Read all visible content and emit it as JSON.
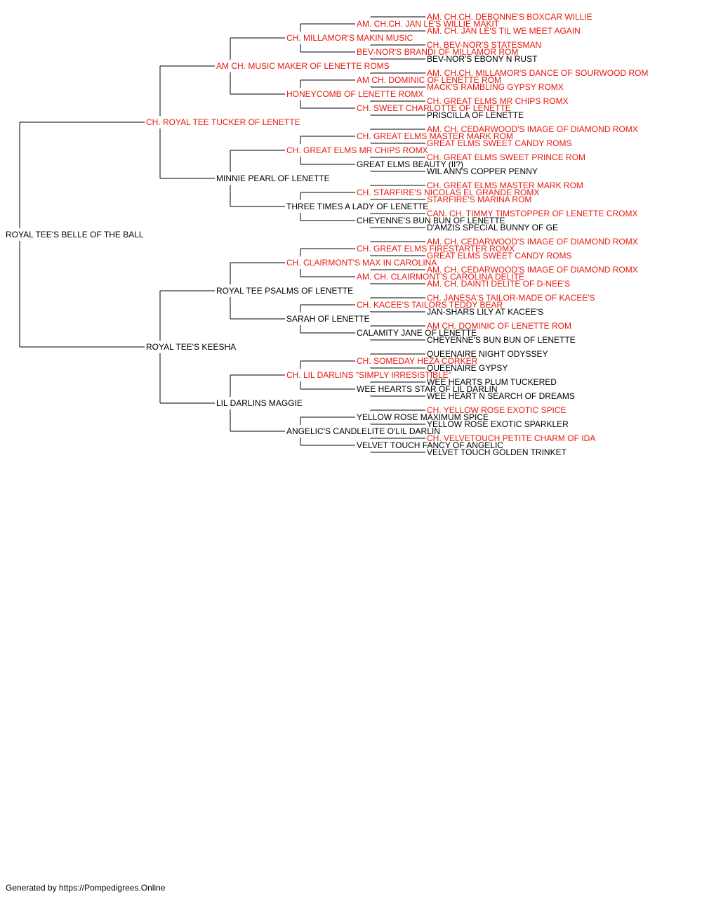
{
  "colors": {
    "champion": "#e8190f",
    "regular": "#000000",
    "line": "#000000"
  },
  "footer": "Generated by https://Pompedigrees.Online",
  "pedigree": {
    "name": "ROYAL TEE'S BELLE OF THE BALL",
    "champion": false,
    "sire": {
      "name": "CH. ROYAL TEE TUCKER OF LENETTE",
      "champion": true,
      "sire": {
        "name": "AM CH. MUSIC MAKER OF LENETTE ROMS",
        "champion": true,
        "sire": {
          "name": "CH. MILLAMOR'S MAKIN MUSIC",
          "champion": true,
          "sire": {
            "name": "AM. CH.CH. JAN LE'S WILLIE MAKIT",
            "champion": true,
            "sire": {
              "name": "AM. CH.CH. DEBONNE'S BOXCAR WILLIE",
              "champion": true
            },
            "dam": {
              "name": "AM. CH. JAN LE'S TIL WE MEET AGAIN",
              "champion": true
            }
          },
          "dam": {
            "name": "BEV-NOR'S BRANDI OF MILLAMOR ROM",
            "champion": true,
            "sire": {
              "name": "CH. BEV-NOR'S STATESMAN",
              "champion": true
            },
            "dam": {
              "name": "BEV-NOR'S EBONY N RUST",
              "champion": false
            }
          }
        },
        "dam": {
          "name": "HONEYCOMB OF LENETTE ROMX",
          "champion": true,
          "sire": {
            "name": "AM CH. DOMINIC OF LENETTE ROM",
            "champion": true,
            "sire": {
              "name": "AM. CH.CH. MILLAMOR'S DANCE OF SOURWOOD ROM",
              "champion": true
            },
            "dam": {
              "name": "MACK'S RAMBLING GYPSY ROMX",
              "champion": true
            }
          },
          "dam": {
            "name": "CH. SWEET CHARLOTTE OF LENETTE",
            "champion": true,
            "sire": {
              "name": "CH. GREAT ELMS MR CHIPS ROMX",
              "champion": true
            },
            "dam": {
              "name": "PRISCILLA OF LENETTE",
              "champion": false
            }
          }
        }
      },
      "dam": {
        "name": "MINNIE PEARL OF LENETTE",
        "champion": false,
        "sire": {
          "name": "CH. GREAT ELMS MR CHIPS ROMX",
          "champion": true,
          "sire": {
            "name": "CH. GREAT ELMS MASTER MARK ROM",
            "champion": true,
            "sire": {
              "name": "AM. CH. CEDARWOOD'S IMAGE OF DIAMOND ROMX",
              "champion": true
            },
            "dam": {
              "name": "GREAT ELMS SWEET CANDY ROMS",
              "champion": true
            }
          },
          "dam": {
            "name": "GREAT ELMS BEAUTY (II?)",
            "champion": false,
            "sire": {
              "name": "CH. GREAT ELMS SWEET PRINCE ROM",
              "champion": true
            },
            "dam": {
              "name": "WIL ANN'S COPPER PENNY",
              "champion": false
            }
          }
        },
        "dam": {
          "name": "THREE TIMES A LADY OF LENETTE",
          "champion": false,
          "sire": {
            "name": "CH. STARFIRE'S NICOLAS EL GRANDE ROMX",
            "champion": true,
            "sire": {
              "name": "CH. GREAT ELMS MASTER MARK ROM",
              "champion": true
            },
            "dam": {
              "name": "STARFIRE'S MARINA ROM",
              "champion": true
            }
          },
          "dam": {
            "name": "CHEYENNE'S BUN BUN OF LENETTE",
            "champion": false,
            "sire": {
              "name": "CAN. CH. TIMMY TIMSTOPPER OF LENETTE CROMX",
              "champion": true
            },
            "dam": {
              "name": "D'AMZIS SPECIAL BUNNY OF GE",
              "champion": false
            }
          }
        }
      }
    },
    "dam": {
      "name": "ROYAL TEE'S KEESHA",
      "champion": false,
      "sire": {
        "name": "ROYAL TEE PSALMS OF LENETTE",
        "champion": false,
        "sire": {
          "name": "CH. CLAIRMONT'S MAX IN CAROLINA",
          "champion": true,
          "sire": {
            "name": "CH. GREAT ELMS FIRESTARTER ROMX",
            "champion": true,
            "sire": {
              "name": "AM. CH. CEDARWOOD'S IMAGE OF DIAMOND ROMX",
              "champion": true
            },
            "dam": {
              "name": "GREAT ELMS SWEET CANDY ROMS",
              "champion": true
            }
          },
          "dam": {
            "name": "AM. CH. CLAIRMONT'S CAROLINA DELITE",
            "champion": true,
            "sire": {
              "name": "AM. CH. CEDARWOOD'S IMAGE OF DIAMOND ROMX",
              "champion": true
            },
            "dam": {
              "name": "AM. CH. DAINTI DELITE OF D-NEE'S",
              "champion": true
            }
          }
        },
        "dam": {
          "name": "SARAH OF LENETTE",
          "champion": false,
          "sire": {
            "name": "CH. KACEE'S TAILORS TEDDY BEAR",
            "champion": true,
            "sire": {
              "name": "CH. JANESA'S TAILOR-MADE OF KACEE'S",
              "champion": true
            },
            "dam": {
              "name": "JAN-SHARS LILY AT KACEE'S",
              "champion": false
            }
          },
          "dam": {
            "name": "CALAMITY JANE OF LENETTE",
            "champion": false,
            "sire": {
              "name": "AM CH. DOMINIC OF LENETTE ROM",
              "champion": true
            },
            "dam": {
              "name": "CHEYENNE'S BUN BUN OF LENETTE",
              "champion": false
            }
          }
        }
      },
      "dam": {
        "name": "LIL DARLINS MAGGIE",
        "champion": false,
        "sire": {
          "name": "CH. LIL DARLINS \"SIMPLY IRRESISTIBLE\"",
          "champion": true,
          "sire": {
            "name": "CH. SOMEDAY HEZA CORKER",
            "champion": true,
            "sire": {
              "name": "QUEENAIRE NIGHT ODYSSEY",
              "champion": false
            },
            "dam": {
              "name": "QUEENAIRE GYPSY",
              "champion": false
            }
          },
          "dam": {
            "name": "WEE HEARTS STAR OF LIL DARLIN",
            "champion": false,
            "sire": {
              "name": "WEE HEARTS PLUM TUCKERED",
              "champion": false
            },
            "dam": {
              "name": "WEE HEART N SEARCH OF DREAMS",
              "champion": false
            }
          }
        },
        "dam": {
          "name": "ANGELIC'S CANDLELITE O'LIL DARLIN",
          "champion": false,
          "sire": {
            "name": "YELLOW ROSE MAXIMUM SPICE",
            "champion": false,
            "sire": {
              "name": "CH. YELLOW ROSE EXOTIC SPICE",
              "champion": true
            },
            "dam": {
              "name": "YELLOW ROSE EXOTIC SPARKLER",
              "champion": false
            }
          },
          "dam": {
            "name": "VELVET TOUCH FANCY OF ANGELIC",
            "champion": false,
            "sire": {
              "name": "CH. VELVETOUCH PETITE CHARM OF IDA",
              "champion": true
            },
            "dam": {
              "name": "VELVET TOUCH GOLDEN TRINKET",
              "champion": false
            }
          }
        }
      }
    }
  }
}
